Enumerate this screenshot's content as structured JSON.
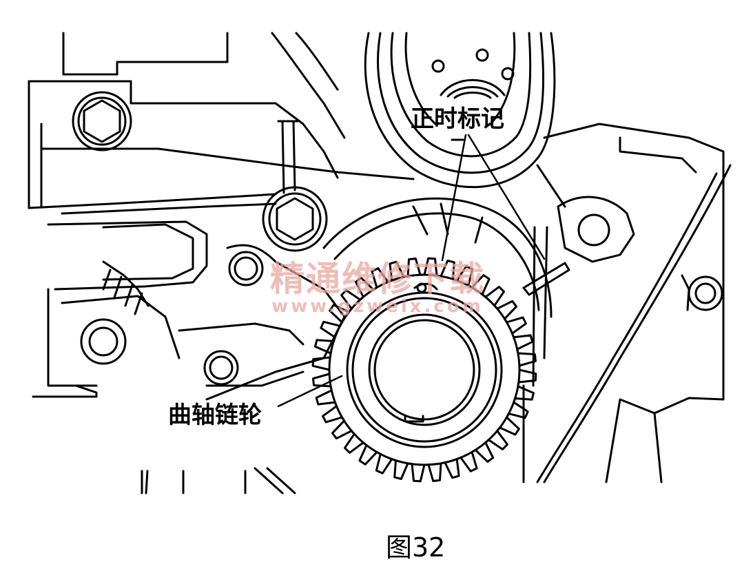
{
  "labels": {
    "timing_mark": "正时标记",
    "crank_sprocket": "曲轴链轮"
  },
  "caption": "图32",
  "watermark": {
    "title": "精通维修下载",
    "url": "www.gzweix.com"
  },
  "colors": {
    "line": "#000000",
    "background": "#ffffff",
    "watermark": "#e9a79e"
  },
  "sprocket": {
    "teeth": 36
  }
}
